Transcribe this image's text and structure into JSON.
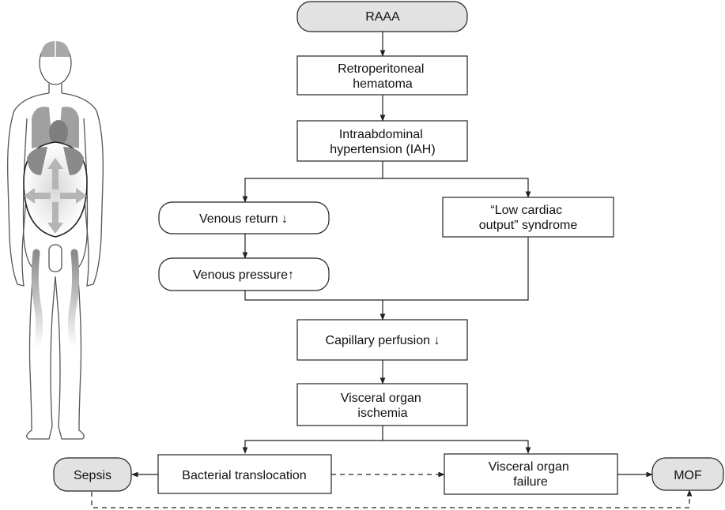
{
  "nodes": {
    "raaa": {
      "lines": [
        "RAAA"
      ]
    },
    "hematoma": {
      "lines": [
        "Retroperitoneal",
        "hematoma"
      ]
    },
    "iah": {
      "lines": [
        "Intraabdominal",
        "hypertension (IAH)"
      ]
    },
    "venous_return": {
      "lines": [
        "Venous return ↓"
      ]
    },
    "low_cardiac_output": {
      "lines": [
        "“Low cardiac",
        "output” syndrome"
      ]
    },
    "venous_pressure": {
      "lines": [
        "Venous pressure↑"
      ]
    },
    "capillary_perfusion": {
      "lines": [
        "Capillary perfusion ↓"
      ]
    },
    "visceral_ischemia": {
      "lines": [
        "Visceral organ",
        "ischemia"
      ]
    },
    "sepsis": {
      "lines": [
        "Sepsis"
      ]
    },
    "bacterial_translocation": {
      "lines": [
        "Bacterial translocation"
      ]
    },
    "visceral_failure": {
      "lines": [
        "Visceral organ",
        "failure"
      ]
    },
    "mof": {
      "lines": [
        "MOF"
      ]
    }
  },
  "colors": {
    "terminal_fill": "#e2e2e2",
    "box_fill": "#ffffff",
    "stroke": "#222222",
    "organ_shade": "#9a9a9a"
  }
}
